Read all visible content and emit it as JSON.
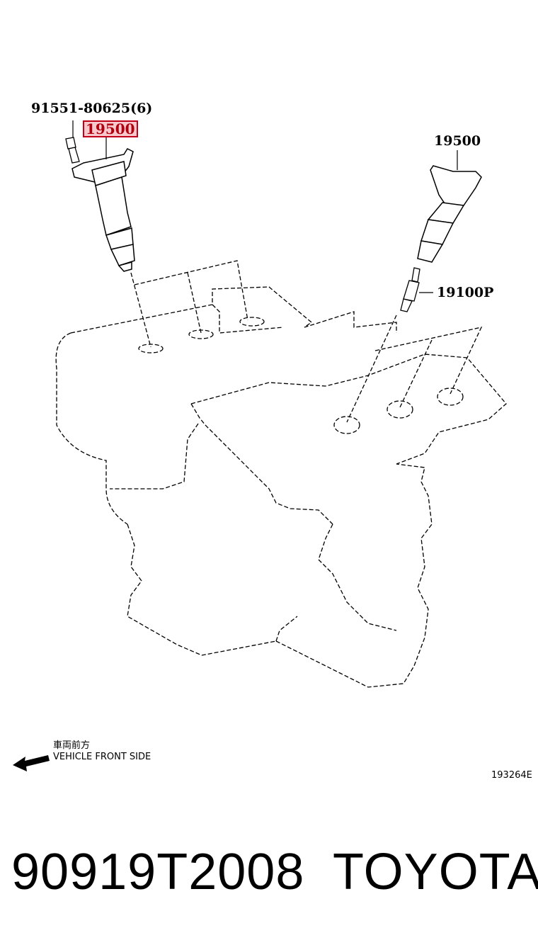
{
  "labels": {
    "bolt": "91551-80625(6)",
    "coil_highlighted": "19500",
    "coil_right": "19500",
    "spark_plug": "19100P"
  },
  "front_side": {
    "japanese": "車両前方",
    "english": "VEHICLE FRONT SIDE"
  },
  "figure_id": "193264E",
  "footer": {
    "part_number": "90919T2008",
    "brand": "TOYOTA"
  },
  "colors": {
    "highlight_border": "#c00018",
    "highlight_fill": "#f7c9cc",
    "line": "#000000"
  },
  "icons": [
    "front-arrow-icon"
  ]
}
